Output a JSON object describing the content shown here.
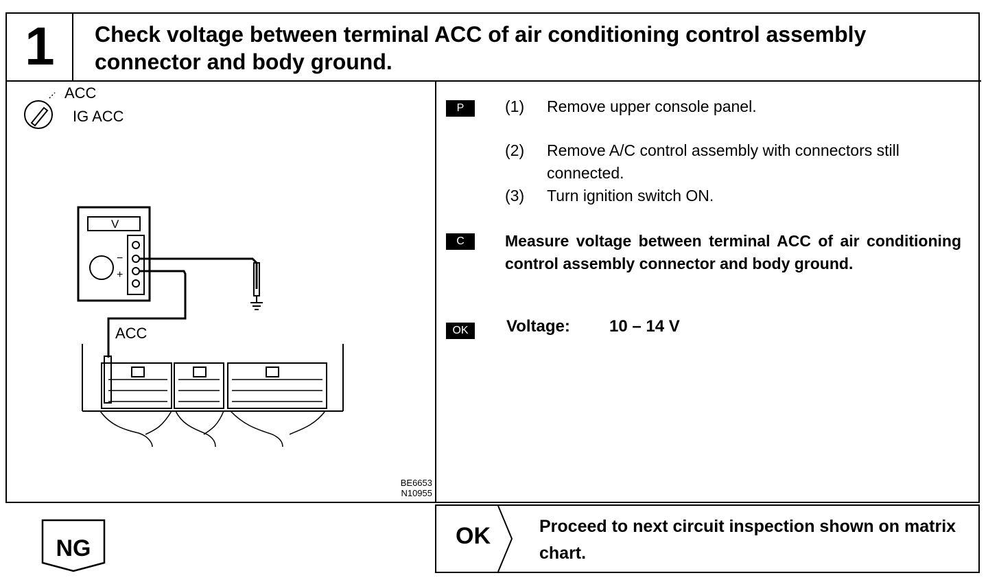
{
  "header": {
    "step_number": "1",
    "title": "Check voltage between terminal ACC of air conditioning control assembly connector and body ground."
  },
  "diagram": {
    "switch_label_top": "ACC",
    "switch_label_bottom": "IG ACC",
    "meter_label": "V",
    "meter_minus": "−",
    "meter_plus": "+",
    "terminal_label": "ACC",
    "figure_code_1": "BE6653",
    "figure_code_2": "N10955"
  },
  "instructions": {
    "tag_p": "P",
    "tag_c": "C",
    "tag_ok": "OK",
    "steps": [
      {
        "num": "(1)",
        "text": "Remove upper console panel."
      },
      {
        "num": "(2)",
        "text": "Remove A/C control assembly with connectors still connected."
      },
      {
        "num": "(3)",
        "text": "Turn ignition switch ON."
      }
    ],
    "measure": "Measure voltage between terminal ACC of air conditioning control assembly connector and body ground.",
    "ok_label": "Voltage:",
    "ok_value": "10 – 14 V"
  },
  "result": {
    "ok_label": "OK",
    "ok_text": "Proceed to next circuit inspection shown on matrix chart.",
    "ng_label": "NG"
  }
}
